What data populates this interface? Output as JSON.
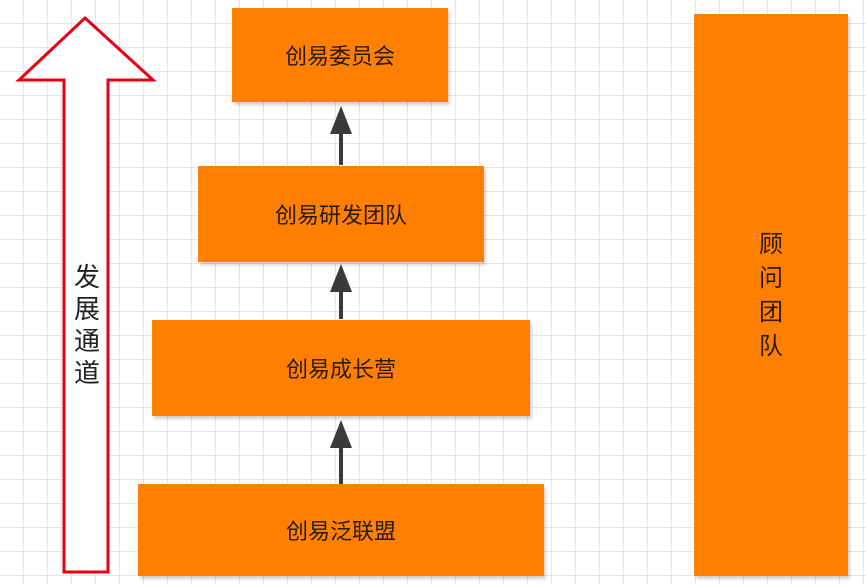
{
  "colors": {
    "box_fill": "#ff8000",
    "box_text": "#2a1a0a",
    "arrow_outline": "#e60012",
    "connector": "#3a3a3a",
    "grid": "#e6e6e6"
  },
  "development_arrow": {
    "label_chars": [
      "发",
      "展",
      "通",
      "道"
    ]
  },
  "hierarchy": {
    "levels": [
      {
        "id": "committee",
        "label": "创易委员会"
      },
      {
        "id": "rd_team",
        "label": "创易研发团队"
      },
      {
        "id": "growth_camp",
        "label": "创易成长营"
      },
      {
        "id": "alliance",
        "label": "创易泛联盟"
      }
    ]
  },
  "advisor": {
    "label_chars": [
      "顾",
      "问",
      "团",
      "队"
    ]
  }
}
